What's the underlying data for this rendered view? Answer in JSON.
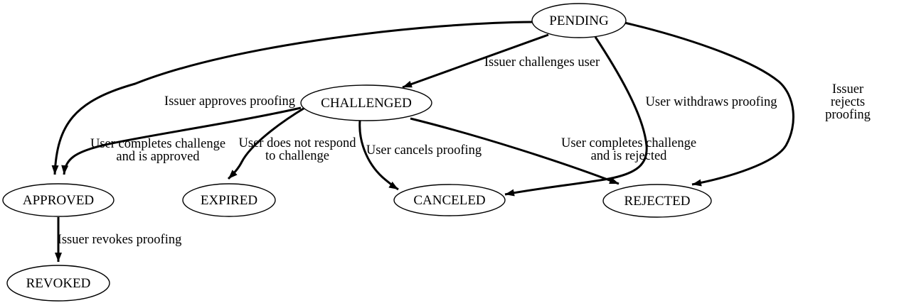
{
  "diagram_type": "state-machine",
  "colors": {
    "background": "#ffffff",
    "node_fill": "#ffffff",
    "stroke": "#000000",
    "text": "#000000"
  },
  "nodes": {
    "pending": {
      "label": "PENDING"
    },
    "challenged": {
      "label": "CHALLENGED"
    },
    "approved": {
      "label": "APPROVED"
    },
    "expired": {
      "label": "EXPIRED"
    },
    "canceled": {
      "label": "CANCELED"
    },
    "rejected": {
      "label": "REJECTED"
    },
    "revoked": {
      "label": "REVOKED"
    }
  },
  "edges": {
    "pending_challenged": {
      "from": "PENDING",
      "to": "CHALLENGED",
      "label": "Issuer challenges user"
    },
    "pending_approved": {
      "from": "PENDING",
      "to": "APPROVED",
      "label": "Issuer approves proofing"
    },
    "pending_canceled": {
      "from": "PENDING",
      "to": "CANCELED",
      "label": "User withdraws proofing"
    },
    "pending_rejected": {
      "from": "PENDING",
      "to": "REJECTED",
      "label": "Issuer rejects proofing"
    },
    "challenged_approved": {
      "from": "CHALLENGED",
      "to": "APPROVED",
      "label": "User completes challenge\nand is approved"
    },
    "challenged_expired": {
      "from": "CHALLENGED",
      "to": "EXPIRED",
      "label": "User does not respond\nto challenge"
    },
    "challenged_canceled": {
      "from": "CHALLENGED",
      "to": "CANCELED",
      "label": "User cancels proofing"
    },
    "challenged_rejected": {
      "from": "CHALLENGED",
      "to": "REJECTED",
      "label": "User completes challenge\nand is rejected"
    },
    "approved_revoked": {
      "from": "APPROVED",
      "to": "REVOKED",
      "label": "Issuer revokes proofing"
    }
  }
}
